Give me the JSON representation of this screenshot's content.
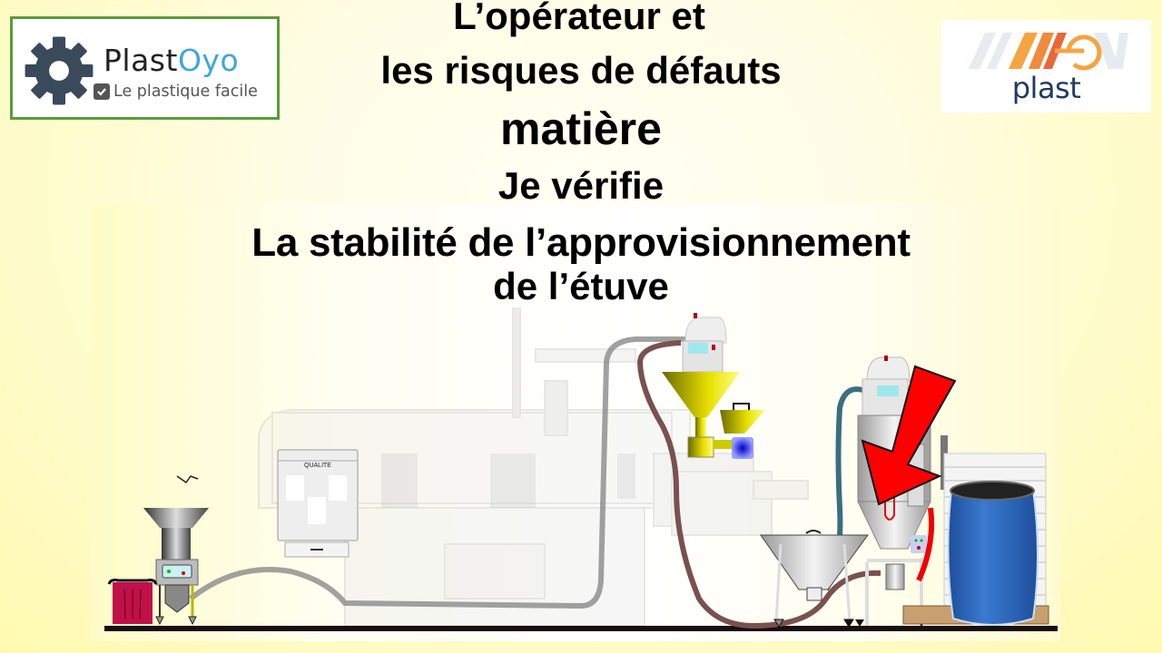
{
  "slide": {
    "title_lines": [
      "L’opérateur et",
      "les risques de défauts",
      "matière",
      "Je vérifie",
      "La stabilité de l’approvisionnement",
      "de l’étuve"
    ]
  },
  "logos": {
    "left": {
      "brand_part1": "Plast",
      "brand_part2": "Oyo",
      "tagline": "Le plastique facile",
      "icon": "gear-icon",
      "border_color": "#5a9a3c",
      "accent_color": "#3ea7d9"
    },
    "right": {
      "wordmark": "plast",
      "mark": "WEV",
      "text_color": "#1f3a64",
      "accent_colors": [
        "#f5a442",
        "#e8673a"
      ]
    }
  },
  "illustration": {
    "quality_board_label": "QUALITE",
    "highlight_arrow_color": "#ff0000",
    "elements": [
      "grinder",
      "waste-bin",
      "quality-board",
      "injection-press",
      "hopper-loader",
      "dosing-unit",
      "cone-hopper",
      "dryer",
      "material-bags-pallet",
      "blue-drum"
    ]
  },
  "colors": {
    "background": "#fffbc4",
    "floor": "#1a0d0d",
    "hose_gray": "#8a8a8a",
    "hose_brown": "#7a5050",
    "hose_teal": "#3a6e80",
    "hopper_yellow": "#d8d000",
    "drum_blue": "#2c6cc0",
    "bin_red": "#c0104a"
  }
}
